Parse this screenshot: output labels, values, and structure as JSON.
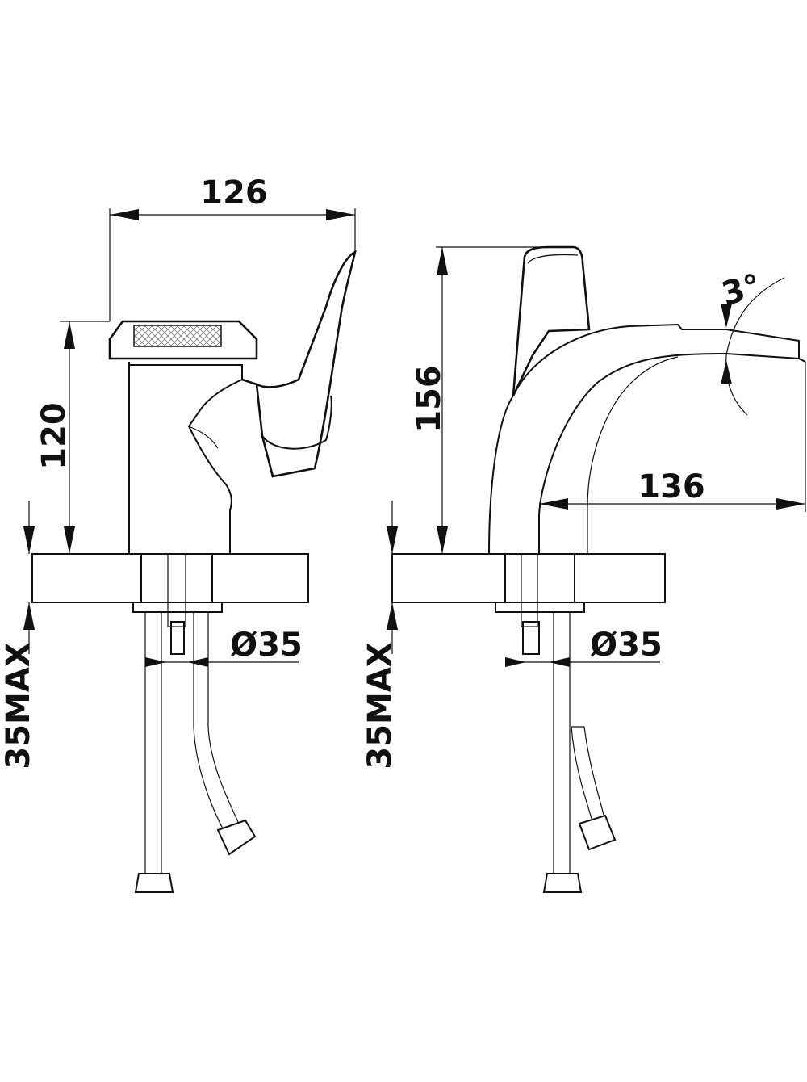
{
  "drawing": {
    "side_view": {
      "width_label": "126",
      "height_label": "120",
      "hole_label": "Ø35",
      "thickness_label": "35MAX"
    },
    "front_view": {
      "height_label": "156",
      "reach_label": "136",
      "angle_label": "3°",
      "hole_label": "Ø35",
      "thickness_label": "35MAX"
    }
  }
}
